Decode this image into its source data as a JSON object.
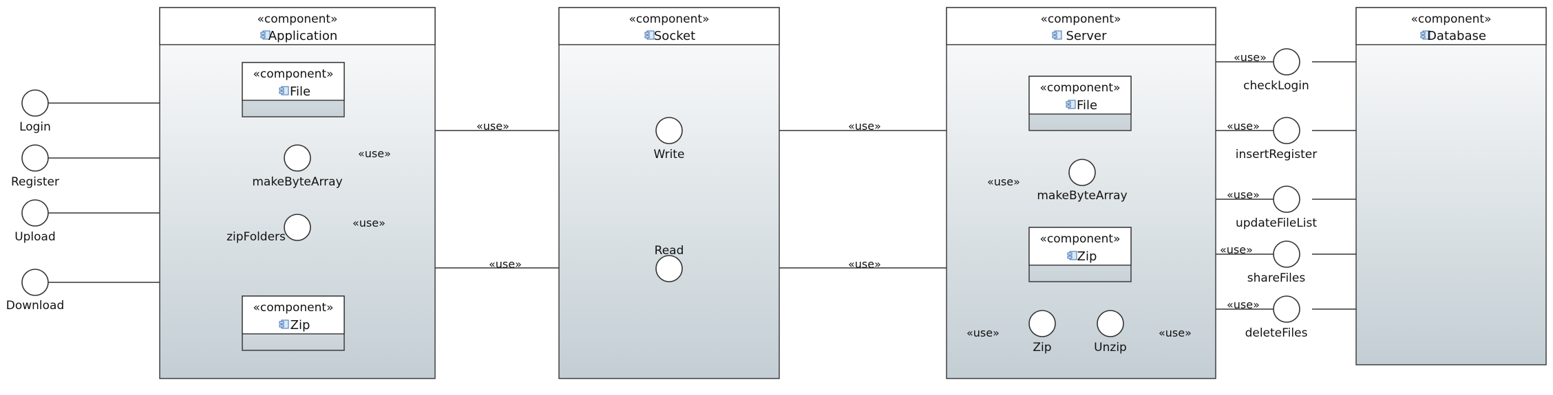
{
  "stereotype": "«component»",
  "use_label": "«use»",
  "components": {
    "application": {
      "name": "Application"
    },
    "socket": {
      "name": "Socket"
    },
    "server": {
      "name": "Server"
    },
    "database": {
      "name": "Database"
    },
    "app_file": {
      "name": "File"
    },
    "app_zip": {
      "name": "Zip"
    },
    "srv_file": {
      "name": "File"
    },
    "srv_zip": {
      "name": "Zip"
    }
  },
  "interfaces": {
    "login": "Login",
    "register": "Register",
    "upload": "Upload",
    "download": "Download",
    "app_makebytearray": "makeByteArray",
    "app_zipfolders": "zipFolders",
    "write": "Write",
    "read": "Read",
    "srv_makebytearray": "makeByteArray",
    "srv_zip": "Zip",
    "srv_unzip": "Unzip",
    "checklogin": "checkLogin",
    "insertregister": "insertRegister",
    "updatefilelist": "updateFileList",
    "sharefiles": "shareFiles",
    "deletefiles": "deleteFiles"
  }
}
